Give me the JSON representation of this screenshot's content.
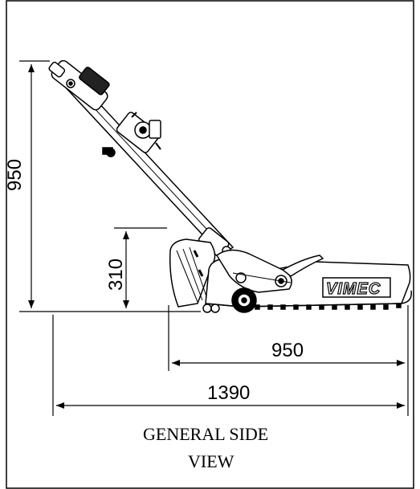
{
  "dimensions": {
    "overall_height": "950",
    "platform_height": "310",
    "track_length": "950",
    "overall_length": "1390"
  },
  "brand": "VIMEC",
  "caption": {
    "line1": "GENERAL SIDE",
    "line2": "VIEW"
  },
  "colors": {
    "line": "#000000",
    "background": "#ffffff"
  }
}
